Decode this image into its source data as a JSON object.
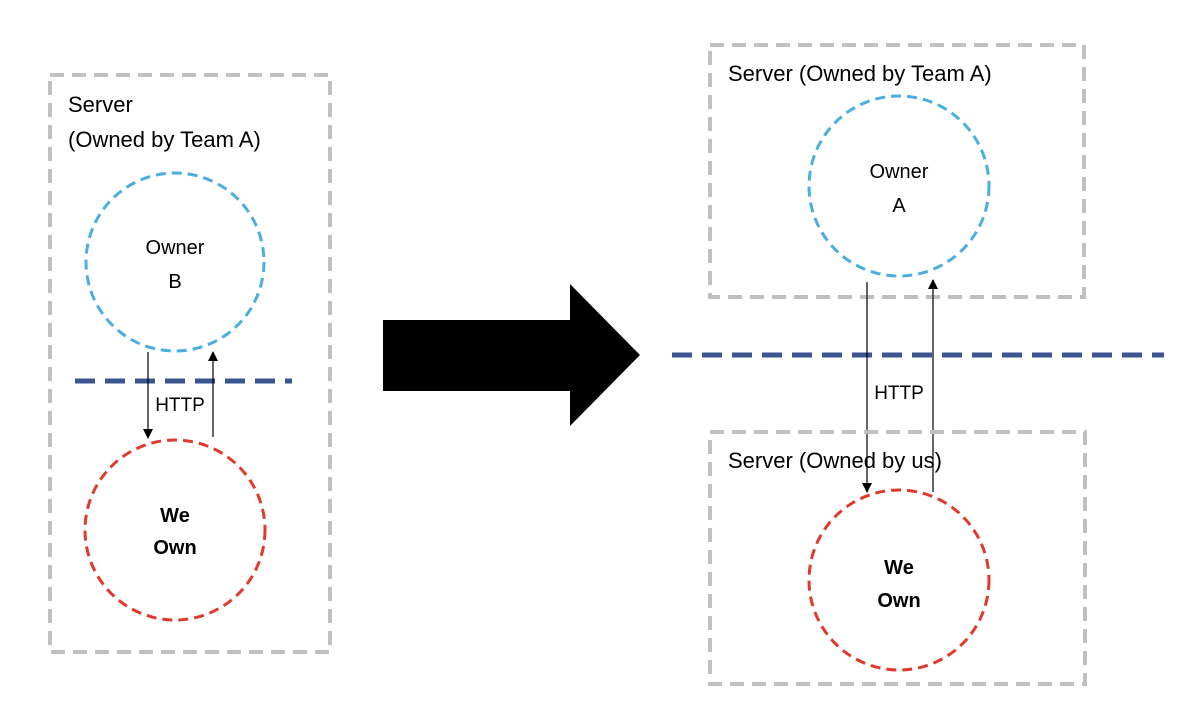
{
  "colors": {
    "server_border": "#c0c0c0",
    "owner_circle": "#4aaee0",
    "we_own_circle": "#e0392d",
    "boundary_line": "#3a5590",
    "arrow": "#000000",
    "big_arrow": "#000000"
  },
  "before": {
    "server_title_line1": "Server",
    "server_title_line2": "(Owned by Team A)",
    "owner_line1": "Owner",
    "owner_line2": "B",
    "we_own_line1": "We",
    "we_own_line2": "Own",
    "http_label": "HTTP"
  },
  "after": {
    "server_a_title": "Server (Owned by Team A)",
    "owner_line1": "Owner",
    "owner_line2": "A",
    "server_us_title": "Server (Owned by us)",
    "we_own_line1": "We",
    "we_own_line2": "Own",
    "http_label": "HTTP"
  },
  "transition_icon": "right-arrow-icon"
}
